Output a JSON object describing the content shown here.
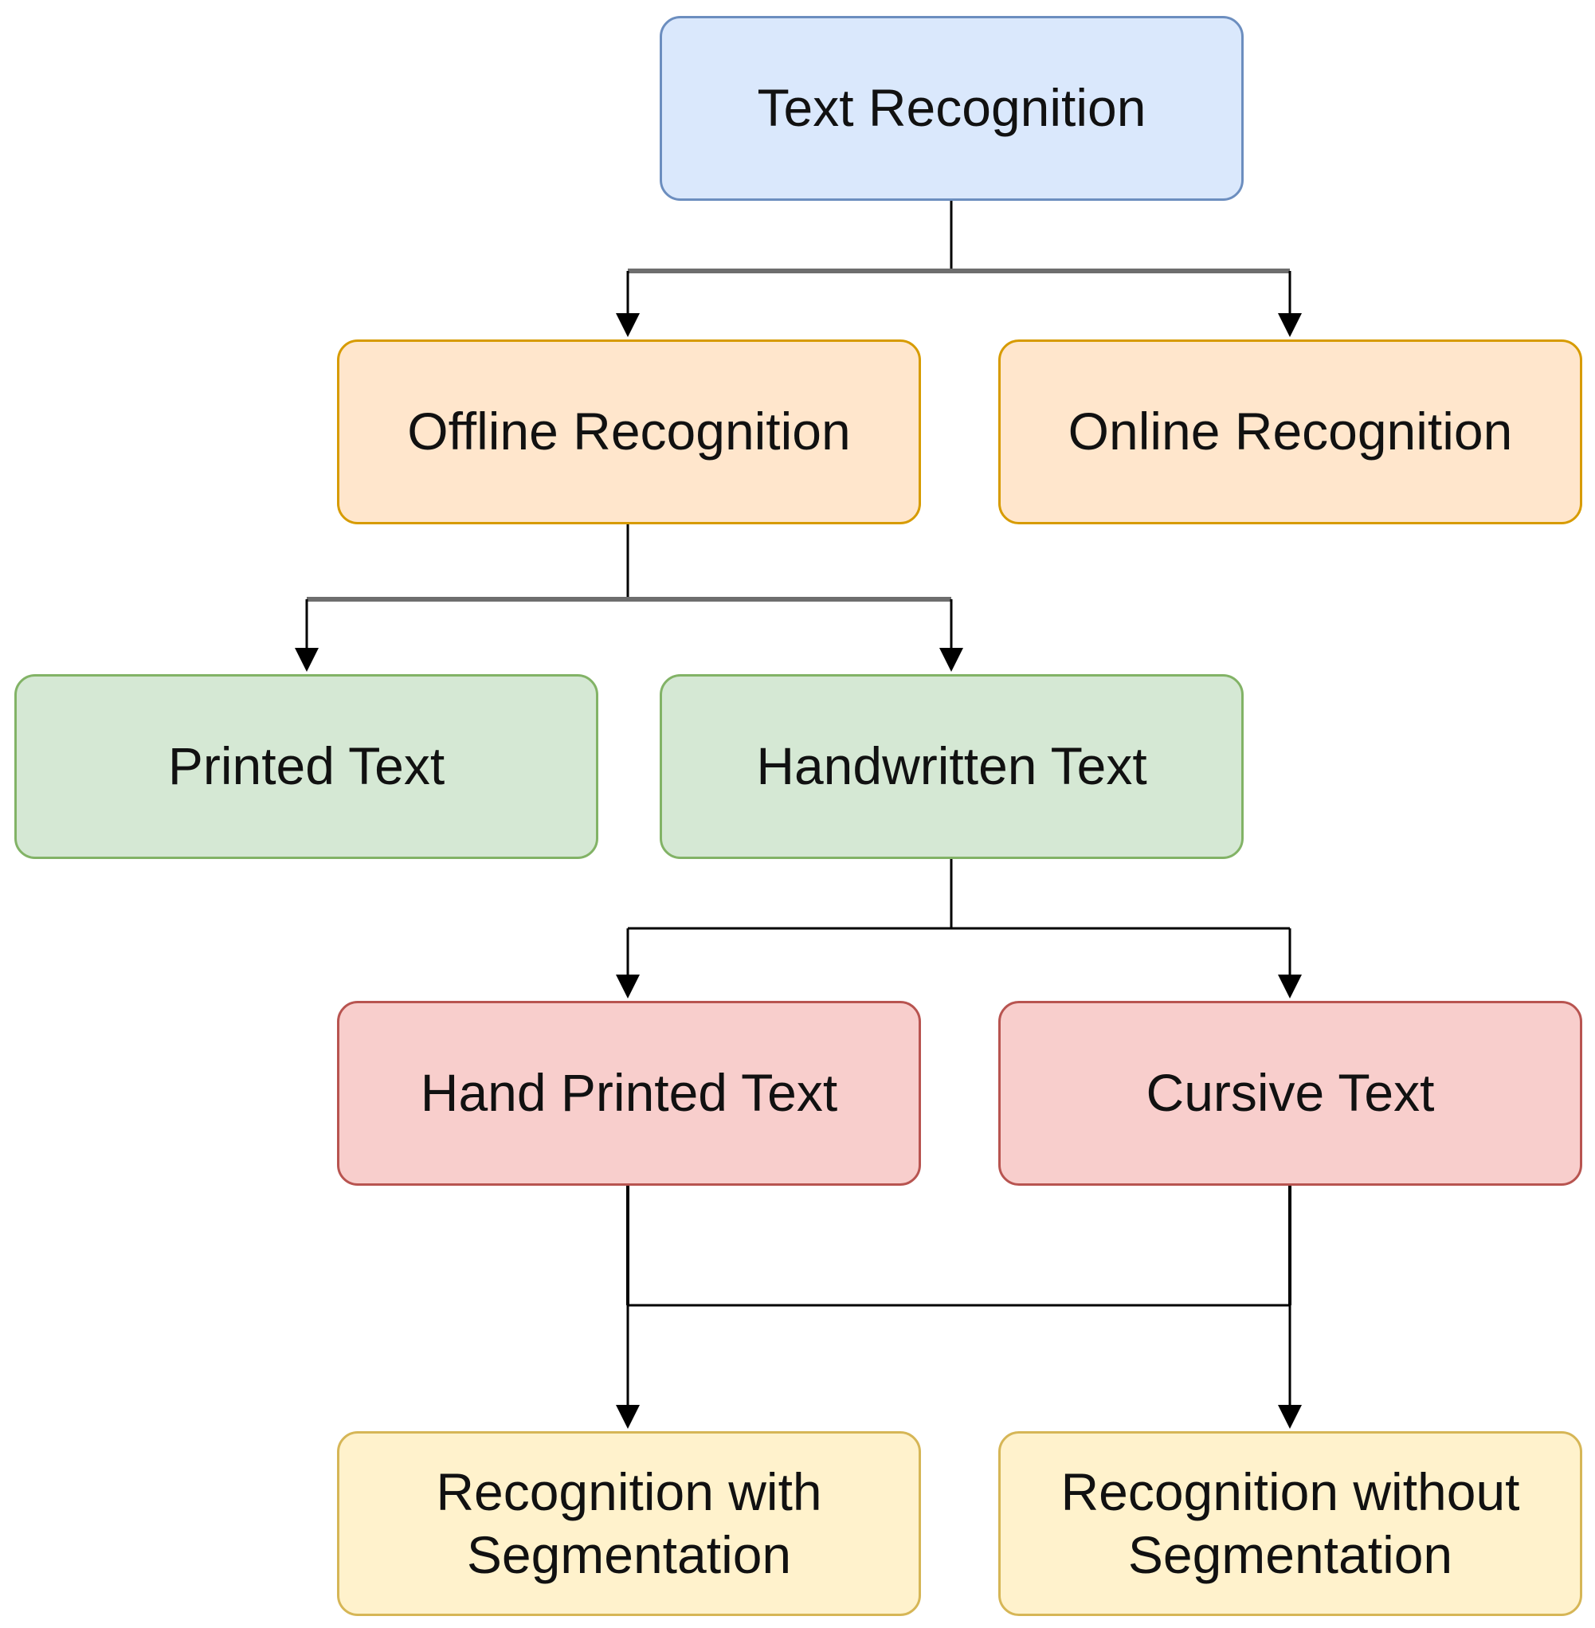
{
  "diagram": {
    "nodes": {
      "root": "Text Recognition",
      "offline": "Offline Recognition",
      "online": "Online Recognition",
      "printed": "Printed Text",
      "handwritten": "Handwritten Text",
      "hand_printed": "Hand Printed Text",
      "cursive": "Cursive Text",
      "with_segmentation": "Recognition with\nSegmentation",
      "without_segmentation": "Recognition without\nSegmentation"
    },
    "edges": [
      {
        "from": "root",
        "to": "offline"
      },
      {
        "from": "root",
        "to": "online"
      },
      {
        "from": "offline",
        "to": "printed"
      },
      {
        "from": "offline",
        "to": "handwritten"
      },
      {
        "from": "handwritten",
        "to": "hand_printed"
      },
      {
        "from": "handwritten",
        "to": "cursive"
      },
      {
        "from": "hand_printed",
        "to": "with_segmentation"
      },
      {
        "from": "hand_printed",
        "to": "without_segmentation"
      },
      {
        "from": "cursive",
        "to": "with_segmentation"
      },
      {
        "from": "cursive",
        "to": "without_segmentation"
      }
    ],
    "colors": {
      "blue_fill": "#dae8fc",
      "blue_border": "#6c8ebf",
      "orange_fill": "#ffe6cc",
      "orange_border": "#d79b00",
      "green_fill": "#d5e8d4",
      "green_border": "#82b366",
      "red_fill": "#f8cecc",
      "red_border": "#b85450",
      "yellow_fill": "#fff2cc",
      "yellow_border": "#d6b656",
      "connector_dark": "#000000",
      "connector_gray": "#6e6e6e"
    }
  }
}
